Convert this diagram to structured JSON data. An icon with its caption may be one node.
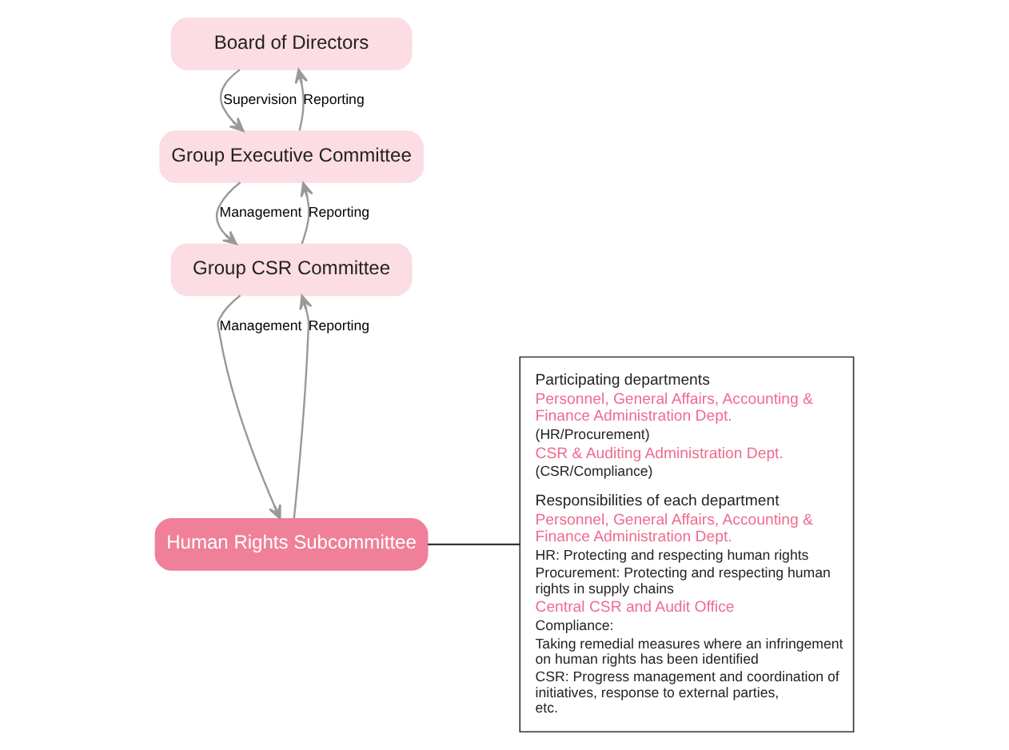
{
  "diagram": {
    "nodes": [
      {
        "text": [
          "Board of Directors"
        ]
      },
      {
        "text": [
          "Group Executive Committee"
        ]
      },
      {
        "text": [
          "Group CSR Committee"
        ]
      },
      {
        "text": [
          "Human Rights Subcommittee"
        ]
      },
      {
        "text": [
          "Participating departments",
          "Personnel, General Affairs, Accounting & Finance Administration Dept.",
          "(HR/Procurement)",
          "CSR & Auditing Administration Dept.",
          "(CSR/Compliance)",
          "Responsibilities of each department",
          "Personnel, General Affairs, Accounting & Finance Administration Dept.",
          "HR: Protecting and respecting human rights",
          "Procurement: Protecting and respecting human rights in supply chains",
          "Central CSR and Audit Office",
          "Compliance:",
          "Taking remedial measures where an infringement on human rights has been identified",
          "CSR: Progress management and coordination of initiatives, response to external parties, etc."
        ]
      }
    ],
    "edges": [
      {
        "from": 0,
        "to": 1,
        "arrow": "to",
        "label": "Supervision"
      },
      {
        "from": 1,
        "to": 0,
        "arrow": "to",
        "label": "Reporting"
      },
      {
        "from": 1,
        "to": 2,
        "arrow": "to",
        "label": "Management"
      },
      {
        "from": 2,
        "to": 1,
        "arrow": "to",
        "label": "Reporting"
      },
      {
        "from": 2,
        "to": 3,
        "arrow": "to",
        "label": "Management"
      },
      {
        "from": 3,
        "to": 2,
        "arrow": "to",
        "label": "Reporting"
      },
      {
        "from": 4,
        "to": 3,
        "arrow": "none",
        "color": "#333333"
      }
    ]
  }
}
